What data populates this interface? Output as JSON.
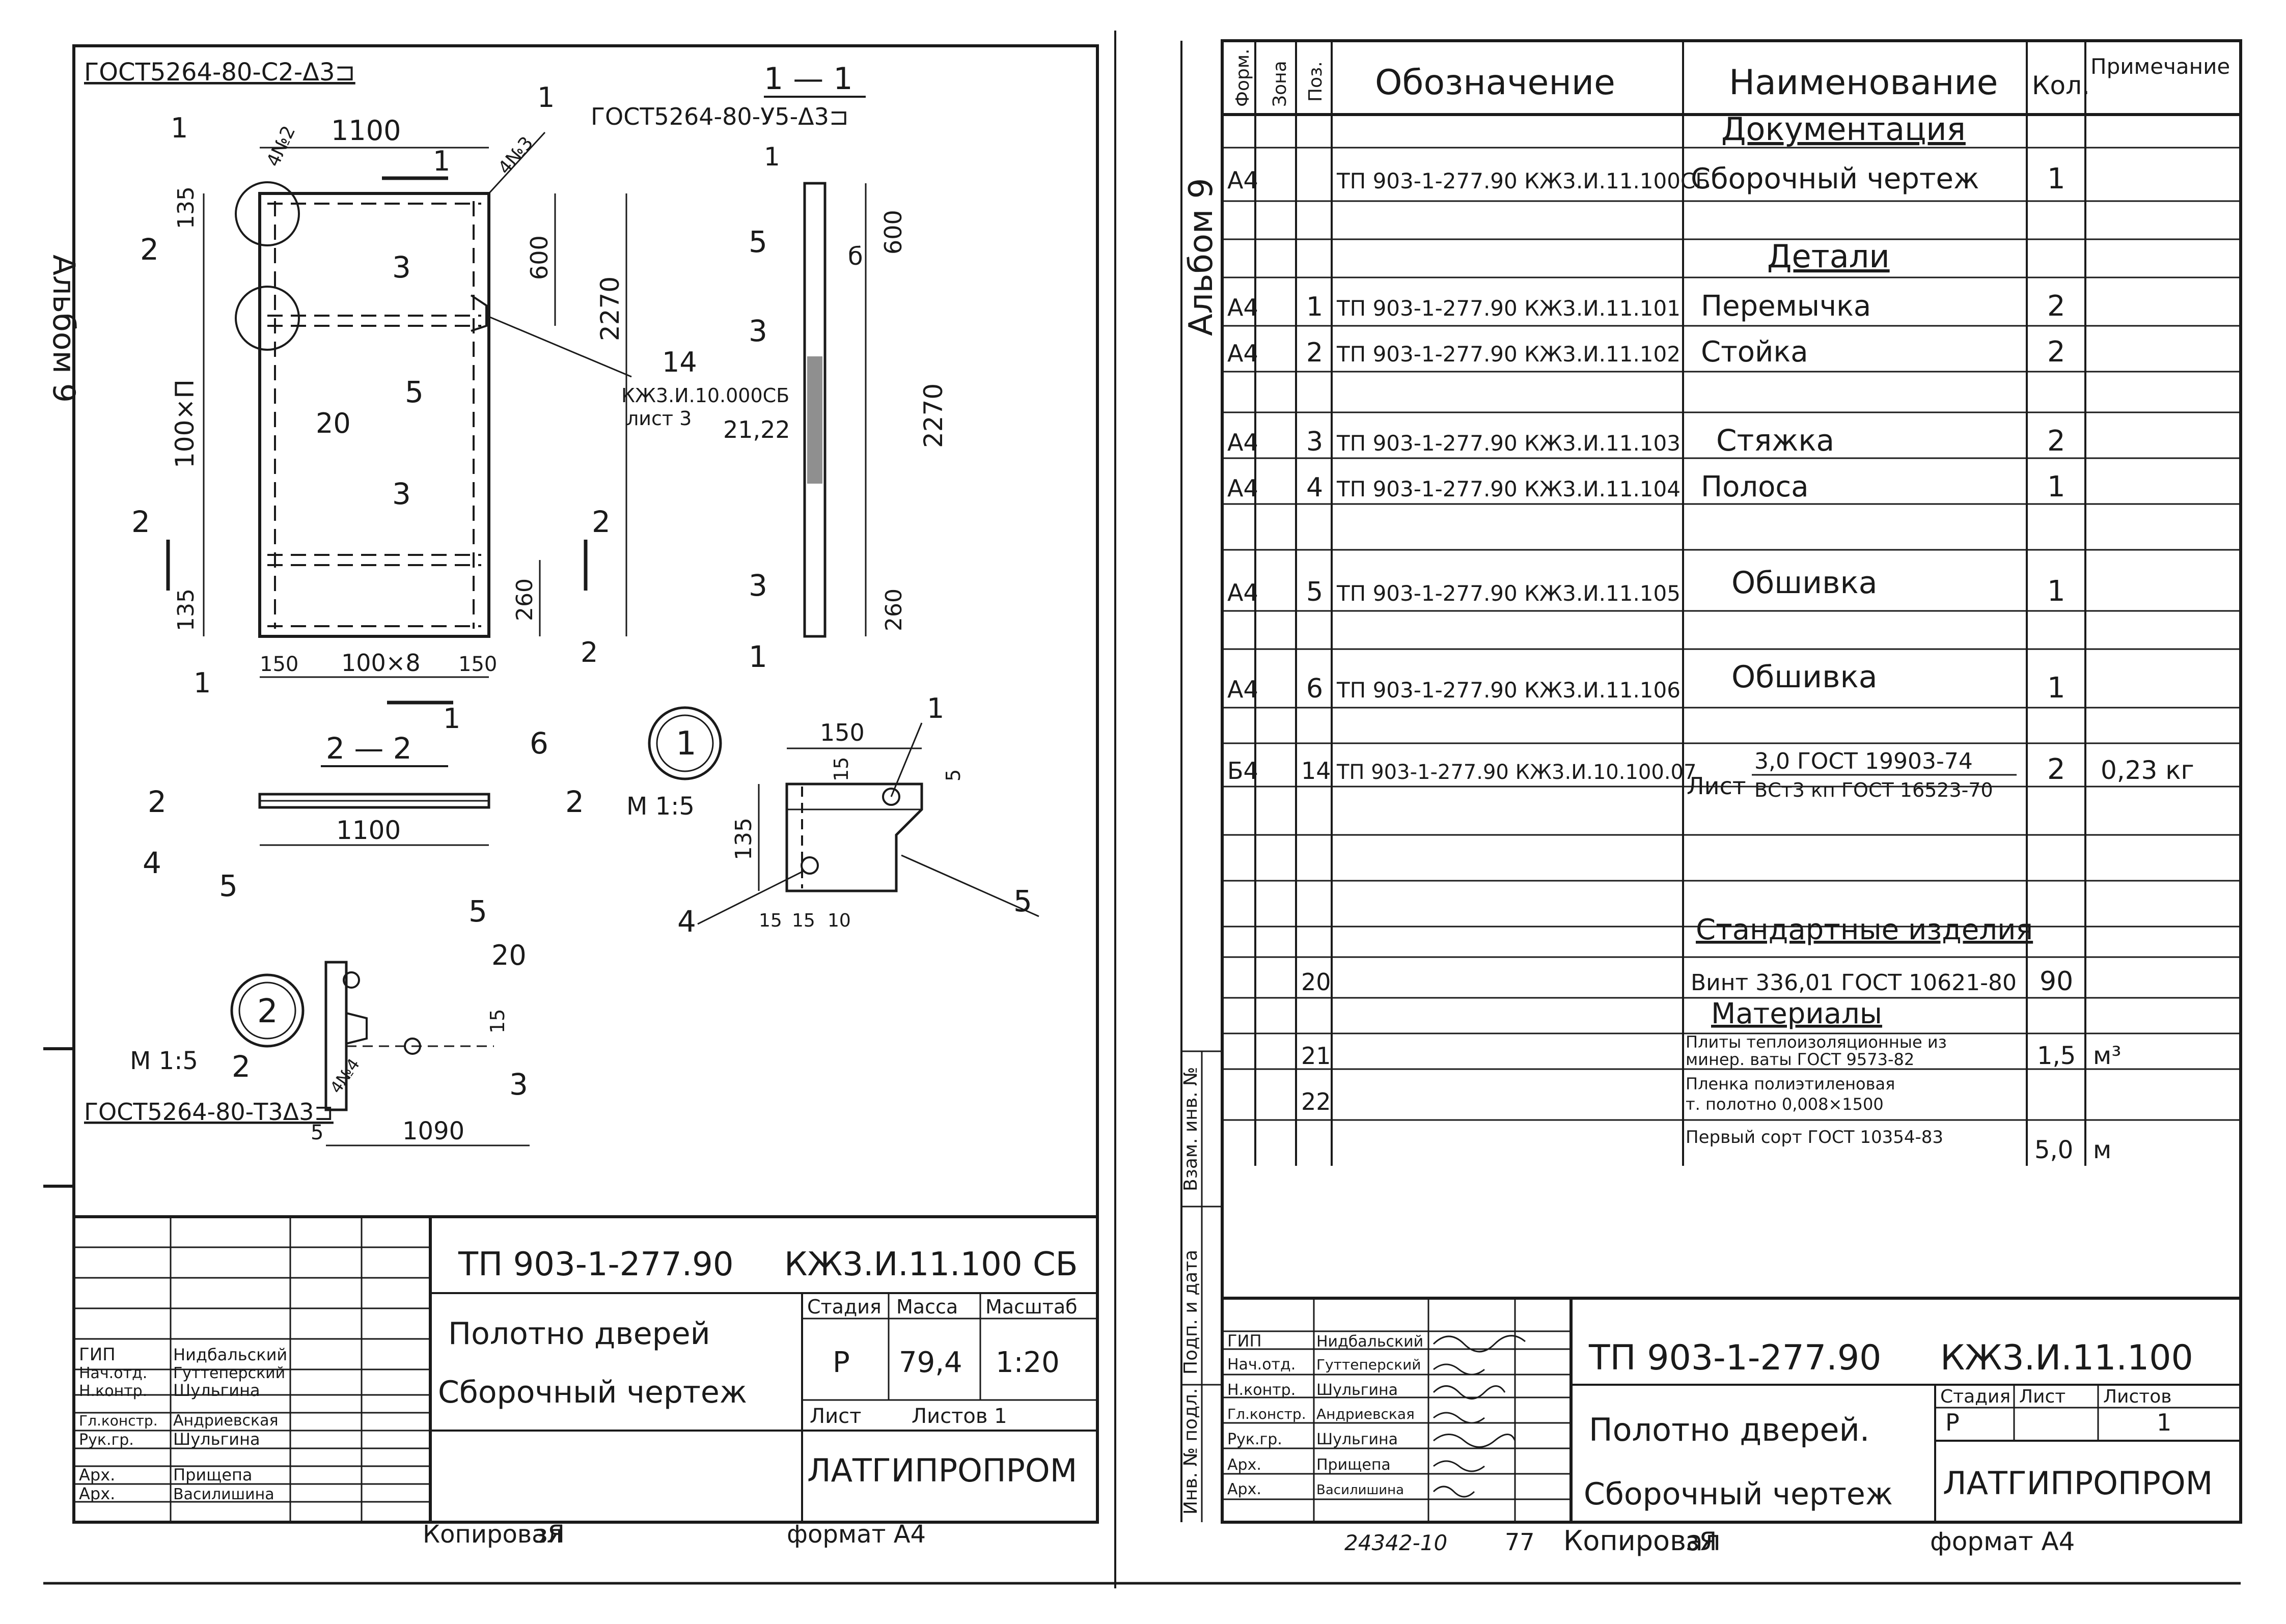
{
  "colors": {
    "ink": "#1a1a1a",
    "paper": "#ffffff",
    "hatch": "#333333"
  },
  "left_sheet": {
    "side_mark": "Альбом 9",
    "weld_top_left": "ГОСТ5264-80-С2-Δ3⊐",
    "weld_top_right": "ГОСТ5264-80-У5-Δ3⊐",
    "weld_bottom": "ГОСТ5264-80-Т3Δ3⊐",
    "weld_n2": "4№2",
    "weld_n3": "4№3",
    "weld_n4": "4№4",
    "section_1_title": "1 — 1",
    "section_2_title": "2 — 2",
    "cut_1": "1",
    "cut_2": "2",
    "elevation_dims": {
      "width_top": "1100",
      "h_135_top": "135",
      "h_135_bottom": "135",
      "h_100n": "100×П",
      "h_600": "600",
      "h_2270": "2270",
      "h_260": "260",
      "b_150_left": "150",
      "b_100x8": "100×8",
      "b_150_right": "150"
    },
    "elevation_marks": [
      "1",
      "1",
      "2",
      "3",
      "5",
      "20",
      "3",
      "1",
      "2"
    ],
    "callout_14": "14",
    "callout_14_ref1": "КЖ3.И.10.000СБ",
    "callout_14_ref2": "лист 3",
    "section1_dims": {
      "d600": "600",
      "d2270": "2270",
      "d260": "260",
      "b": "б"
    },
    "section1_marks": [
      "1",
      "5",
      "3",
      "21,22",
      "3",
      "1"
    ],
    "section2_marks": [
      "2",
      "6",
      "2",
      "4",
      "5"
    ],
    "section2_dim": "1100",
    "node1": {
      "num": "1",
      "scale": "М 1:5",
      "d150": "150",
      "d15": "15",
      "d5": "5",
      "d135": "135",
      "b15a": "15",
      "b15b": "15",
      "b10": "10",
      "marks": [
        "1",
        "4",
        "5"
      ]
    },
    "node2": {
      "num": "2",
      "scale": "М 1:5",
      "d15": "15",
      "d5": "5",
      "d1090": "1090",
      "marks": [
        "5",
        "20",
        "3",
        "2"
      ]
    },
    "title_block": {
      "roles": [
        "ГИП",
        "Нач.отд.",
        "Н.контр.",
        "Гл.констр.",
        "Рук.гр.",
        "Арх.",
        "Арх."
      ],
      "names": [
        "Нидбальский",
        "Гуттеперский",
        "Шульгина",
        "Андриевская",
        "Шульгина",
        "Прищепа",
        "Василишина"
      ],
      "doc_code": "ТП 903-1-277.90",
      "doc_mark": "КЖ3.И.11.100 СБ",
      "title_line1": "Полотно дверей",
      "title_line2": "Сборочный чертеж",
      "stage_header": "Стадия",
      "mass_header": "Масса",
      "scale_header": "Масштаб",
      "stage": "Р",
      "mass": "79,4",
      "scale": "1:20",
      "sheet_label": "Лист",
      "sheets_label": "Листов 1",
      "org": "ЛАТГИПРОПРОМ"
    },
    "copied_by": "Копировал",
    "copied_sign": "зЯ",
    "format": "формат А4"
  },
  "right_sheet": {
    "side_mark": "Альбом 9",
    "headers": [
      "Форм.",
      "Зона",
      "Поз.",
      "Обозначение",
      "Наименование",
      "Кол.",
      "Примечание"
    ],
    "sections": {
      "documentation": "Документация",
      "details": "Детали",
      "standard": "Стандартные изделия",
      "materials": "Материалы"
    },
    "rows": [
      {
        "format": "А4",
        "zone": "",
        "pos": "",
        "designation": "ТП 903-1-277.90 КЖ3.И.11.100СБ",
        "name": "Сборочный чертеж",
        "qty": "1",
        "note": ""
      },
      {
        "format": "А4",
        "zone": "",
        "pos": "1",
        "designation": "ТП 903-1-277.90 КЖ3.И.11.101",
        "name": "Перемычка",
        "qty": "2",
        "note": ""
      },
      {
        "format": "А4",
        "zone": "",
        "pos": "2",
        "designation": "ТП 903-1-277.90 КЖ3.И.11.102",
        "name": "Стойка",
        "qty": "2",
        "note": ""
      },
      {
        "format": "А4",
        "zone": "",
        "pos": "3",
        "designation": "ТП 903-1-277.90 КЖ3.И.11.103",
        "name": "Стяжка",
        "qty": "2",
        "note": ""
      },
      {
        "format": "А4",
        "zone": "",
        "pos": "4",
        "designation": "ТП 903-1-277.90 КЖ3.И.11.104",
        "name": "Полоса",
        "qty": "1",
        "note": ""
      },
      {
        "format": "А4",
        "zone": "",
        "pos": "5",
        "designation": "ТП 903-1-277.90 КЖ3.И.11.105",
        "name": "Обшивка",
        "qty": "1",
        "note": ""
      },
      {
        "format": "А4",
        "zone": "",
        "pos": "6",
        "designation": "ТП 903-1-277.90 КЖ3.И.11.106",
        "name": "Обшивка",
        "qty": "1",
        "note": ""
      },
      {
        "format": "Б4",
        "zone": "",
        "pos": "14",
        "designation": "ТП 903-1-277.90 КЖ3.И.10.100.07",
        "name_prefix": "Лист",
        "name_top": "3,0 ГОСТ 19903-74",
        "name_bottom": "ВСт3 кп ГОСТ 16523-70",
        "qty": "2",
        "note": "0,23 кг"
      },
      {
        "pos": "20",
        "name": "Винт 336,01 ГОСТ 10621-80",
        "qty": "90",
        "note": ""
      },
      {
        "pos": "21",
        "name_line1": "Плиты теплоизоляционные из",
        "name_line2": "минер. ваты ГОСТ 9573-82",
        "qty": "1,5",
        "note": "м³"
      },
      {
        "pos": "22",
        "name_line1": "Пленка полиэтиленовая",
        "name_line2": "т. полотно 0,008×1500",
        "qty": "",
        "note": ""
      },
      {
        "pos": "",
        "name": "Первый сорт ГОСТ 10354-83",
        "qty": "5,0",
        "note": "м"
      }
    ],
    "side_labels": [
      "Взам. инв. №",
      "Подп. и дата",
      "Инв. № подл."
    ],
    "title_block": {
      "roles": [
        "ГИП",
        "Нач.отд.",
        "Н.контр.",
        "Гл.констр.",
        "Рук.гр.",
        "Арх.",
        "Арх."
      ],
      "names": [
        "Нидбальский",
        "Гуттеперский",
        "Шульгина",
        "Андриевская",
        "Шульгина",
        "Прищепа",
        "Василишина"
      ],
      "doc_code": "ТП 903-1-277.90",
      "doc_mark": "КЖ3.И.11.100",
      "title_line1": "Полотно дверей.",
      "title_line2": "Сборочный чертеж",
      "stage_header": "Стадия",
      "sheet_header": "Лист",
      "sheets_header": "Листов",
      "stage": "Р",
      "sheets": "1",
      "org": "ЛАТГИПРОПРОМ"
    },
    "archive_no": "24342-10",
    "page_no": "77",
    "copied_by": "Копировал",
    "copied_sign": "зЯ",
    "format": "формат А4"
  }
}
